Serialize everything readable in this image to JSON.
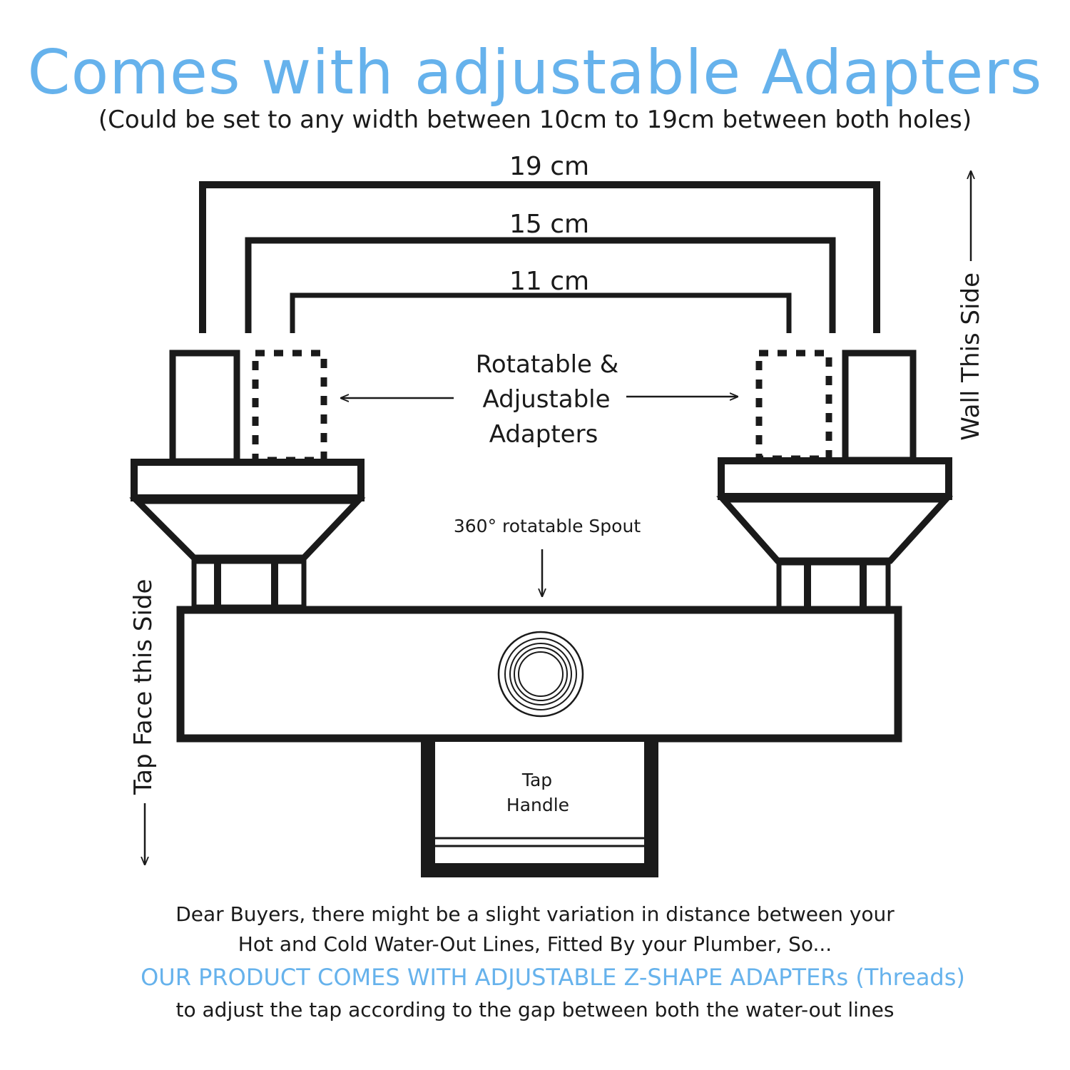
{
  "colors": {
    "accent": "#66b2ec",
    "ink": "#1a1a1a"
  },
  "header": {
    "title": "Comes with adjustable Adapters",
    "subtitle": "(Could be set to any width between 10cm to 19cm between both holes)"
  },
  "diagram": {
    "width_labels": [
      "19 cm",
      "15 cm",
      "11 cm"
    ],
    "adapter_label": [
      "Rotatable &",
      "Adjustable",
      "Adapters"
    ],
    "spout_label": "360° rotatable Spout",
    "handle_label": [
      "Tap",
      "Handle"
    ],
    "wall_side_label": "Wall This Side",
    "tap_face_label": "Tap Face this Side"
  },
  "notes": {
    "line1": "Dear Buyers, there might be a slight variation in distance between your",
    "line2": "Hot and Cold Water-Out Lines, Fitted By your Plumber, So...",
    "highlight": "OUR PRODUCT COMES WITH ADJUSTABLE Z-SHAPE ADAPTERs (Threads)",
    "line3": "to adjust the tap according to the gap between both the water-out lines"
  }
}
